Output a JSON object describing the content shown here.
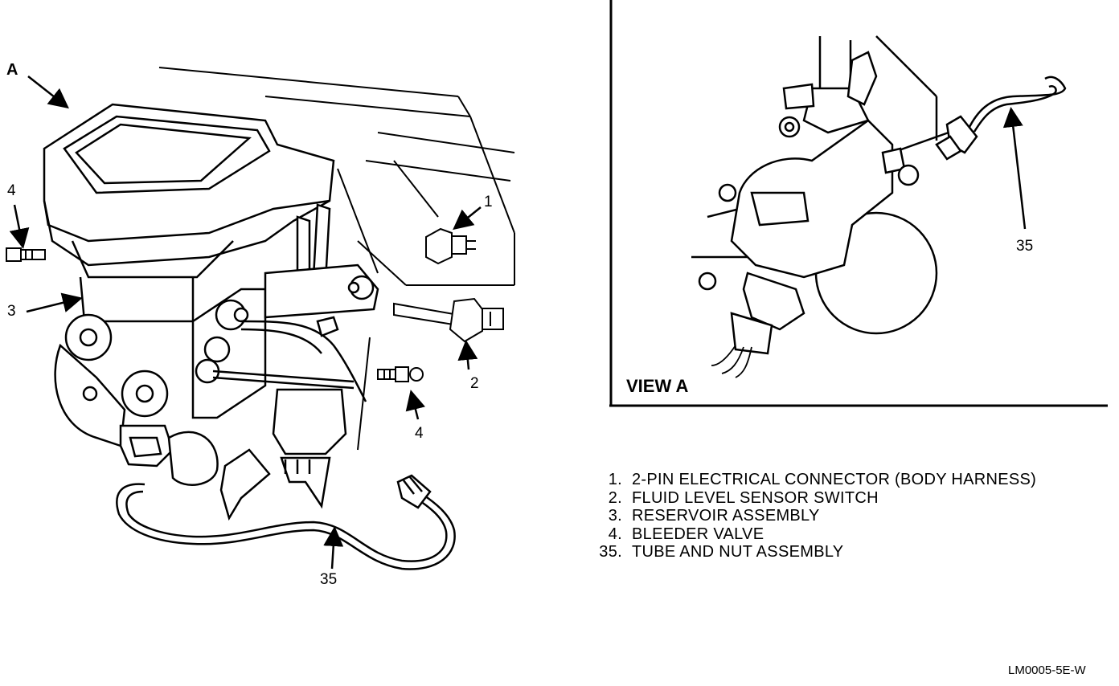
{
  "callouts": {
    "view_marker": "A",
    "c1": "1",
    "c2": "2",
    "c3": "3",
    "c4_left": "4",
    "c4_right": "4",
    "c35_main": "35",
    "c35_view": "35"
  },
  "view_title": "VIEW A",
  "legend": [
    {
      "number": "1.",
      "text": "2-PIN ELECTRICAL CONNECTOR (BODY HARNESS)"
    },
    {
      "number": "2.",
      "text": "FLUID LEVEL SENSOR SWITCH"
    },
    {
      "number": "3.",
      "text": "RESERVOIR ASSEMBLY"
    },
    {
      "number": "4.",
      "text": "BLEEDER VALVE"
    },
    {
      "number": "35.",
      "text": "TUBE AND NUT ASSEMBLY"
    }
  ],
  "figure_code": "LM0005-5E-W",
  "colors": {
    "ink": "#000000",
    "paper": "#ffffff"
  }
}
